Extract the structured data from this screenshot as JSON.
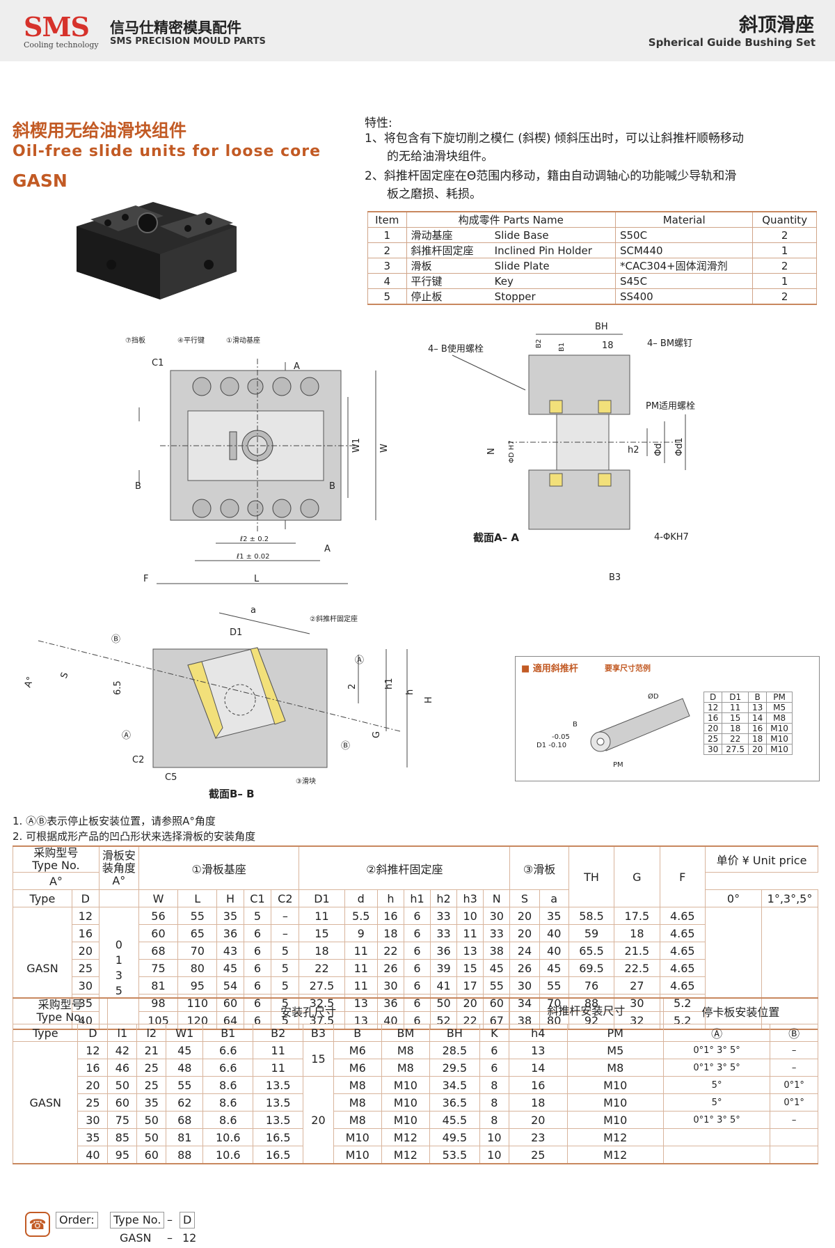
{
  "header": {
    "logo": "SMS",
    "logo_sub": "Cooling technology",
    "company_cn": "信马仕精密模具配件",
    "company_en": "SMS PRECISION MOULD PARTS",
    "title_cn": "斜顶滑座",
    "title_en": "Spherical Guide Bushing Set"
  },
  "product": {
    "title_cn": "斜楔用无给油滑块组件",
    "title_en": "Oil-free slide units for loose core",
    "code": "GASN"
  },
  "features": {
    "heading": "特性:",
    "item1_a": "1、将包含有下旋切削之模仁 (斜楔) 倾斜压出时，可以让斜推杆顺畅移动",
    "item1_b": "的无给油滑块组件。",
    "item2_a": "2、斜推杆固定座在Θ范围内移动，籍由自动调轴心的功能喊少导轨和滑",
    "item2_b": "板之磨损、耗损。"
  },
  "parts_table": {
    "headers": [
      "Item",
      "构成零件 Parts Name",
      "Material",
      "Quantity"
    ],
    "rows": [
      [
        "1",
        "滑动基座",
        "Slide Base",
        "S50C",
        "2"
      ],
      [
        "2",
        "斜推杆固定座",
        "Inclined Pin Holder",
        "SCM440",
        "1"
      ],
      [
        "3",
        "滑板",
        "Slide Plate",
        "*CAC304+固体润滑剂",
        "2"
      ],
      [
        "4",
        "平行键",
        "Key",
        "S45C",
        "1"
      ],
      [
        "5",
        "停止板",
        "Stopper",
        "SS400",
        "2"
      ]
    ]
  },
  "drawing_labels": {
    "stopper": "⑦挡板",
    "key": "④平行键",
    "base": "①滑动基座",
    "c1": "C1",
    "a_top": "A",
    "a_bot": "A",
    "b_left": "B",
    "b_right": "B",
    "w1": "W1",
    "w": "W",
    "l2": "ℓ2 ± 0.2",
    "l1": "ℓ1 ± 0.02",
    "f": "F",
    "l": "L",
    "bh": "BH",
    "b_bolt": "4– B使用螺栓",
    "bm_screw": "4– BM螺钉",
    "b2": "B2",
    "b1": "B1",
    "dim18": "18",
    "pm_bolt": "PM适用螺栓",
    "n": "N",
    "phid": "ΦD H7",
    "h2": "h2",
    "phi_d": "Φd",
    "phi_d1": "Φd1",
    "section_aa": "截面A– A",
    "phik": "4-ΦKH7",
    "b3": "B3",
    "a_dim": "a",
    "d1": "D1",
    "pin_holder": "②斜推杆固定座",
    "circ_b": "Ⓑ",
    "circ_a": "Ⓐ",
    "s": "S",
    "a_deg": "A°",
    "dim65": "6.5",
    "dim2": "2",
    "h1": "h1",
    "h": "h",
    "hh": "H",
    "g": "G",
    "c2": "C2",
    "c5": "C5",
    "section_bb": "截面B– B",
    "slider": "③滑块"
  },
  "inset": {
    "title": "■ 適用斜推杆",
    "note": "要享尺寸范例",
    "phid": "ØD",
    "b": "B",
    "tol": "-0.05",
    "d1tol": "D1 -0.10",
    "pm": "PM",
    "headers": [
      "D",
      "D1",
      "B",
      "PM"
    ],
    "rows": [
      [
        "12",
        "11",
        "13",
        "M5"
      ],
      [
        "16",
        "15",
        "14",
        "M8"
      ],
      [
        "20",
        "18",
        "16",
        "M10"
      ],
      [
        "25",
        "22",
        "18",
        "M10"
      ],
      [
        "30",
        "27.5",
        "20",
        "M10"
      ]
    ]
  },
  "notes": {
    "n1": "1. ⒶⒷ表示停止板安装位置，请参照A°角度",
    "n2": "2. 可根据成形产品的凹凸形状来选择滑板的安装角度"
  },
  "table1": {
    "h_type_cn": "采购型号",
    "h_type_en": "Type No.",
    "h_angle": "滑板安装角度",
    "h_angle_unit": "A°",
    "h_base": "①滑板基座",
    "h_holder": "②斜推杆固定座",
    "h_slide": "③滑板",
    "h_th": "TH",
    "h_g": "G",
    "h_f": "F",
    "h_price": "单价 ¥ Unit price",
    "h_price_a": "A°",
    "h_price_0": "0°",
    "h_price_135": "1°,3°,5°",
    "h_type": "Type",
    "cols": [
      "D",
      "W",
      "L",
      "H",
      "C1",
      "C2",
      "D1",
      "d",
      "h",
      "h1",
      "h2",
      "h3",
      "N",
      "S",
      "a"
    ],
    "type_name": "GASN",
    "angles": [
      "0",
      "1",
      "3",
      "5"
    ],
    "rows": [
      [
        "12",
        "56",
        "55",
        "35",
        "5",
        "–",
        "11",
        "5.5",
        "16",
        "6",
        "33",
        "10",
        "30",
        "20",
        "35",
        "58.5",
        "17.5",
        "4.65"
      ],
      [
        "16",
        "60",
        "65",
        "36",
        "6",
        "–",
        "15",
        "9",
        "18",
        "6",
        "33",
        "11",
        "33",
        "20",
        "40",
        "59",
        "18",
        "4.65"
      ],
      [
        "20",
        "68",
        "70",
        "43",
        "6",
        "5",
        "18",
        "11",
        "22",
        "6",
        "36",
        "13",
        "38",
        "24",
        "40",
        "65.5",
        "21.5",
        "4.65"
      ],
      [
        "25",
        "75",
        "80",
        "45",
        "6",
        "5",
        "22",
        "11",
        "26",
        "6",
        "39",
        "15",
        "45",
        "26",
        "45",
        "69.5",
        "22.5",
        "4.65"
      ],
      [
        "30",
        "81",
        "95",
        "54",
        "6",
        "5",
        "27.5",
        "11",
        "30",
        "6",
        "41",
        "17",
        "55",
        "30",
        "55",
        "76",
        "27",
        "4.65"
      ],
      [
        "35",
        "98",
        "110",
        "60",
        "6",
        "5",
        "32.5",
        "13",
        "36",
        "6",
        "50",
        "20",
        "60",
        "34",
        "70",
        "88",
        "30",
        "5.2"
      ],
      [
        "40",
        "105",
        "120",
        "64",
        "6",
        "5",
        "37.5",
        "13",
        "40",
        "6",
        "52",
        "22",
        "67",
        "38",
        "80",
        "92",
        "32",
        "5.2"
      ]
    ]
  },
  "table2": {
    "h_type_cn": "采购型号",
    "h_type_en": "Type No.",
    "h_holes": "安装孔尺寸",
    "h_pin": "斜推杆安装尺寸",
    "h_stop": "停卡板安装位置",
    "h_type": "Type",
    "cols": [
      "D",
      "l1",
      "l2",
      "W1",
      "B1",
      "B2",
      "B3",
      "B",
      "BM",
      "BH",
      "K",
      "h4",
      "PM",
      "Ⓐ",
      "Ⓑ"
    ],
    "type_name": "GASN",
    "b3_a": "15",
    "b3_b": "20",
    "rows": [
      [
        "12",
        "42",
        "21",
        "45",
        "6.6",
        "11",
        "M6",
        "M8",
        "28.5",
        "6",
        "13",
        "M5",
        "0°1° 3° 5°",
        "–"
      ],
      [
        "16",
        "46",
        "25",
        "48",
        "6.6",
        "11",
        "M6",
        "M8",
        "29.5",
        "6",
        "14",
        "M8",
        "0°1° 3° 5°",
        "–"
      ],
      [
        "20",
        "50",
        "25",
        "55",
        "8.6",
        "13.5",
        "M8",
        "M10",
        "34.5",
        "8",
        "16",
        "M10",
        "5°",
        "0°1°"
      ],
      [
        "25",
        "60",
        "35",
        "62",
        "8.6",
        "13.5",
        "M8",
        "M10",
        "36.5",
        "8",
        "18",
        "M10",
        "5°",
        "0°1°"
      ],
      [
        "30",
        "75",
        "50",
        "68",
        "8.6",
        "13.5",
        "M8",
        "M10",
        "45.5",
        "8",
        "20",
        "M10",
        "0°1° 3° 5°",
        "–"
      ],
      [
        "35",
        "85",
        "50",
        "81",
        "10.6",
        "16.5",
        "M10",
        "M12",
        "49.5",
        "10",
        "23",
        "M12",
        "",
        ""
      ],
      [
        "40",
        "95",
        "60",
        "88",
        "10.6",
        "16.5",
        "M10",
        "M12",
        "53.5",
        "10",
        "25",
        "M12",
        "",
        ""
      ]
    ]
  },
  "order": {
    "label": "Order:",
    "type_no": "Type No.",
    "dash": "–",
    "d": "D",
    "ex_type": "GASN",
    "ex_dash": "–",
    "ex_d": "12"
  }
}
